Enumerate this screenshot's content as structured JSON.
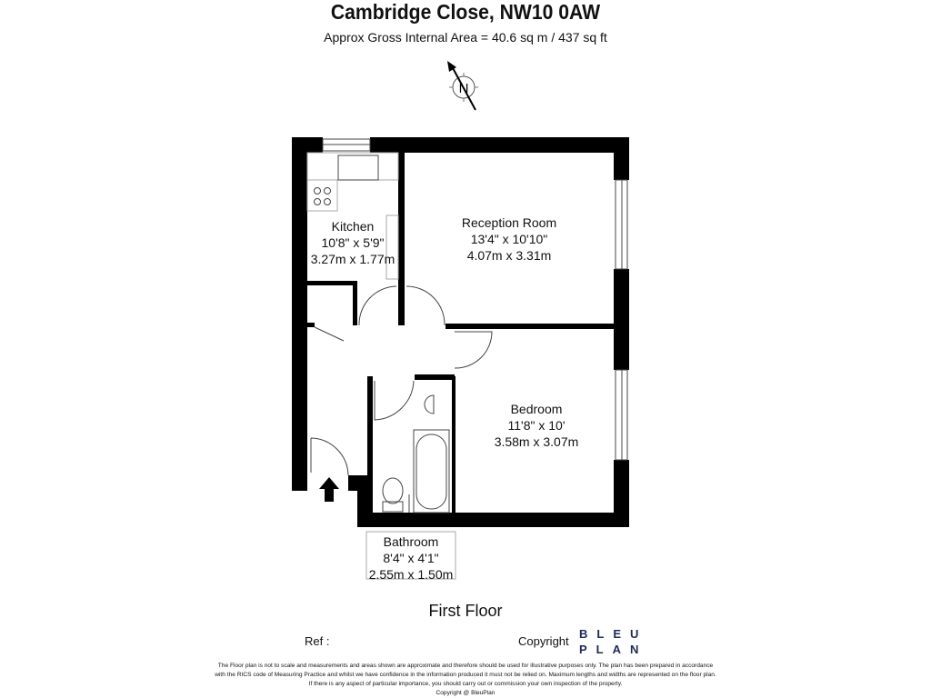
{
  "header": {
    "title": "Cambridge Close, NW10 0AW",
    "area": "Approx Gross Internal Area = 40.6 sq m / 437 sq ft",
    "compass_label": "N"
  },
  "rooms": [
    {
      "name": "Kitchen",
      "imperial": "10'8\" x 5'9\"",
      "metric": "3.27m x 1.77m"
    },
    {
      "name": "Reception Room",
      "imperial": "13'4\" x 10'10\"",
      "metric": "4.07m x 3.31m"
    },
    {
      "name": "Bedroom",
      "imperial": "11'8\" x 10'",
      "metric": "3.58m x 3.07m"
    },
    {
      "name": "Bathroom",
      "imperial": "8'4\" x 4'1\"",
      "metric": "2.55m x 1.50m"
    }
  ],
  "floor_label": "First Floor",
  "footer": {
    "ref": "Ref  :",
    "copyright": "Copyright",
    "logo_line1": "BLEU",
    "logo_line2": "PLAN",
    "disclaimer": [
      "The Floor plan is not to scale and measurements and areas shown are approximate and therefore should be used for illustrative purposes only. The plan has been prepared in accordance",
      "with the RICS code of Measuring Practice and whilst we have confidence in the information produced it must not be relied on. Maximum lengths and widths are represented on the floor plan.",
      "If there is any aspect of particular importance, you should carry out or commission your own inspection of the property.",
      "Copyright @ BleuPlan"
    ]
  },
  "colors": {
    "wall": "#000000",
    "logo": "#1f2a55"
  }
}
